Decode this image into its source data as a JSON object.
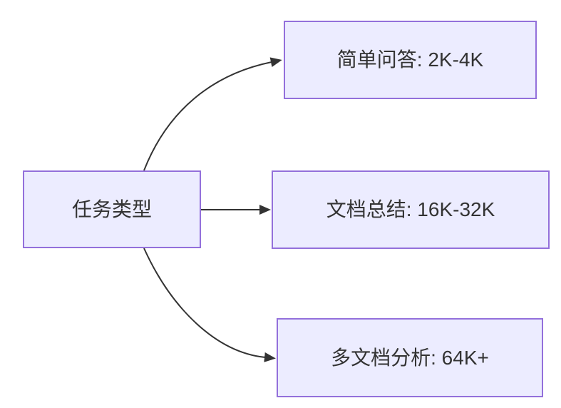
{
  "diagram": {
    "kind": "flowchart-left-to-right",
    "colors": {
      "background": "#ffffff",
      "node_fill": "#ECECFF",
      "node_border": "#9370DB",
      "edge": "#333333",
      "text": "#333333"
    },
    "root": {
      "label": "任务类型"
    },
    "branches": [
      {
        "label": "简单问答: 2K-4K"
      },
      {
        "label": "文档总结: 16K-32K"
      },
      {
        "label": "多文档分析: 64K+"
      }
    ],
    "edges": [
      {
        "from": "任务类型",
        "to": "简单问答: 2K-4K"
      },
      {
        "from": "任务类型",
        "to": "文档总结: 16K-32K"
      },
      {
        "from": "任务类型",
        "to": "多文档分析: 64K+"
      }
    ]
  }
}
